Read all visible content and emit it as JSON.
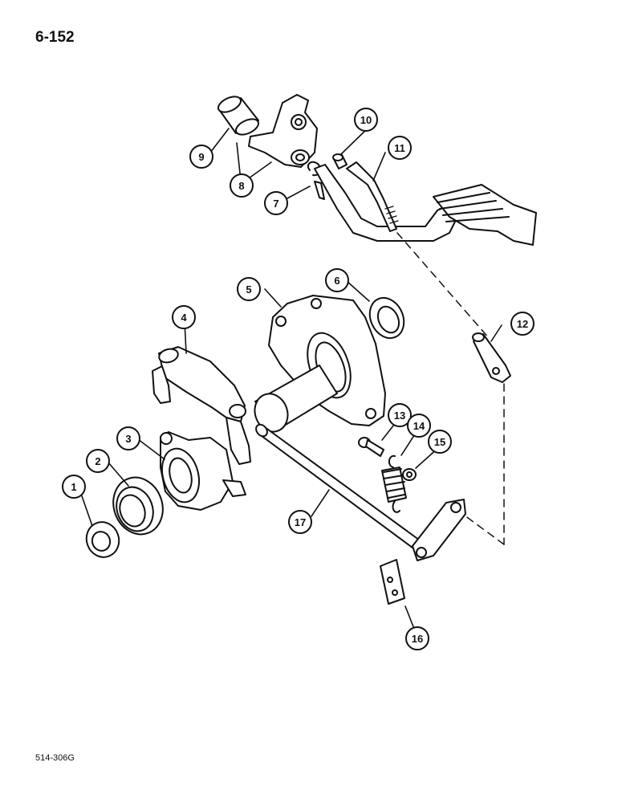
{
  "page_number": "6-152",
  "document_code": "514-306G",
  "callouts": [
    {
      "label": "1",
      "part": "bearing"
    },
    {
      "label": "2",
      "part": "bearing-race"
    },
    {
      "label": "3",
      "part": "release-bearing-carrier"
    },
    {
      "label": "4",
      "part": "release-fork"
    },
    {
      "label": "5",
      "part": "guide-sleeve-housing"
    },
    {
      "label": "6",
      "part": "seal"
    },
    {
      "label": "7",
      "part": "retaining-clip"
    },
    {
      "label": "8",
      "part": "pedal-bracket"
    },
    {
      "label": "9",
      "part": "bushing"
    },
    {
      "label": "10",
      "part": "sleeve"
    },
    {
      "label": "11",
      "part": "pedal-rod"
    },
    {
      "label": "12",
      "part": "clevis"
    },
    {
      "label": "13",
      "part": "pin"
    },
    {
      "label": "14",
      "part": "spring"
    },
    {
      "label": "15",
      "part": "washer"
    },
    {
      "label": "16",
      "part": "plate"
    },
    {
      "label": "17",
      "part": "cross-shaft"
    }
  ]
}
